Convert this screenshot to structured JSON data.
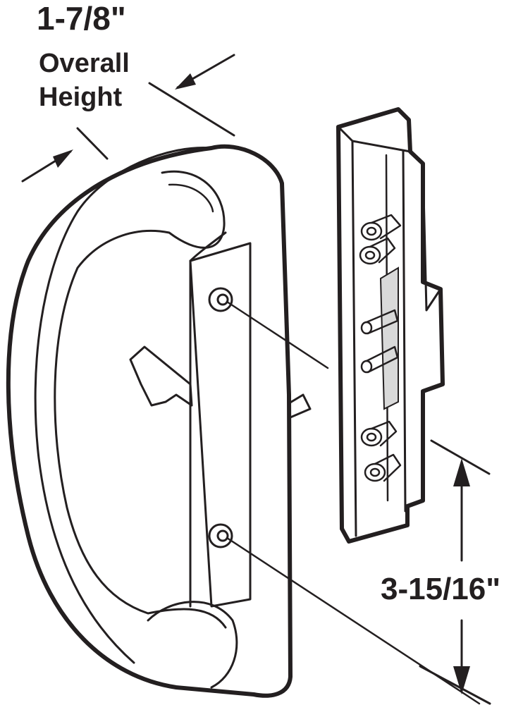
{
  "dimensions": {
    "width_value": "1-7/8\"",
    "width_caption_line1": "Overall",
    "width_caption_line2": "Height",
    "length_value": "3-15/16\""
  },
  "colors": {
    "line": "#231f20",
    "shade": "#d9d9d9",
    "background": "#ffffff"
  }
}
